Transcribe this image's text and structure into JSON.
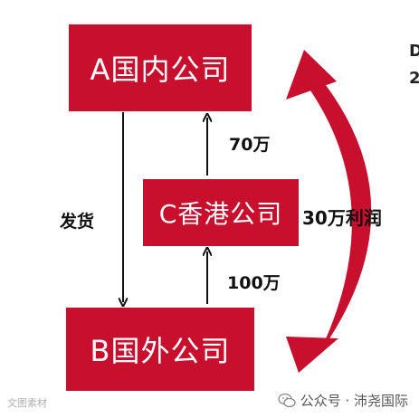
{
  "boxes": {
    "a": "A国内公司",
    "c": "C香港公司",
    "b": "B国外公司"
  },
  "labels": {
    "ship": "发货",
    "c_to_a": "70万",
    "b_to_c": "100万",
    "profit": "30万利润"
  },
  "footer": {
    "watermark": "文图素材",
    "account": "公众号 · 沛尧国际"
  },
  "edge_fragment": "D 2",
  "colors": {
    "box": "#c8102e",
    "curve": "#c8102e",
    "arrow": "#111111"
  }
}
